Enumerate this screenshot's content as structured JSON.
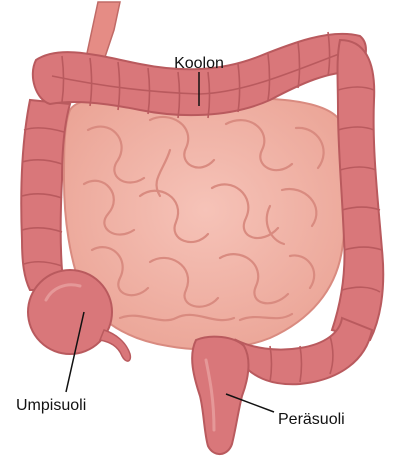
{
  "labels": {
    "colon": "Koolon",
    "cecum": "Umpisuoli",
    "rectum": "Peräsuoli"
  },
  "colors": {
    "colon_fill": "#d9777a",
    "colon_outline": "#b95a5e",
    "small_intestine_fill": "#f2b2a6",
    "small_intestine_shadow": "#d98b80",
    "esophagus_fill": "#e58c85",
    "leader_line": "#111111"
  }
}
